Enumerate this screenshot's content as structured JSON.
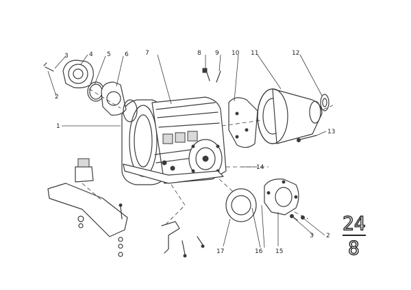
{
  "diagram": {
    "callouts": [
      {
        "id": "c1",
        "label": "1"
      },
      {
        "id": "c2a",
        "label": "2"
      },
      {
        "id": "c2b",
        "label": "2"
      },
      {
        "id": "c3a",
        "label": "3"
      },
      {
        "id": "c3b",
        "label": "3"
      },
      {
        "id": "c4",
        "label": "4"
      },
      {
        "id": "c5",
        "label": "5"
      },
      {
        "id": "c6",
        "label": "6"
      },
      {
        "id": "c7",
        "label": "7"
      },
      {
        "id": "c8",
        "label": "8"
      },
      {
        "id": "c9",
        "label": "9"
      },
      {
        "id": "c10",
        "label": "10"
      },
      {
        "id": "c11",
        "label": "11"
      },
      {
        "id": "c12",
        "label": "12"
      },
      {
        "id": "c13",
        "label": "13"
      },
      {
        "id": "c14",
        "label": "14"
      },
      {
        "id": "c15",
        "label": "15"
      },
      {
        "id": "c16",
        "label": "16"
      },
      {
        "id": "c17",
        "label": "17"
      }
    ],
    "page_ref": {
      "top": "24",
      "bottom": "8"
    }
  }
}
